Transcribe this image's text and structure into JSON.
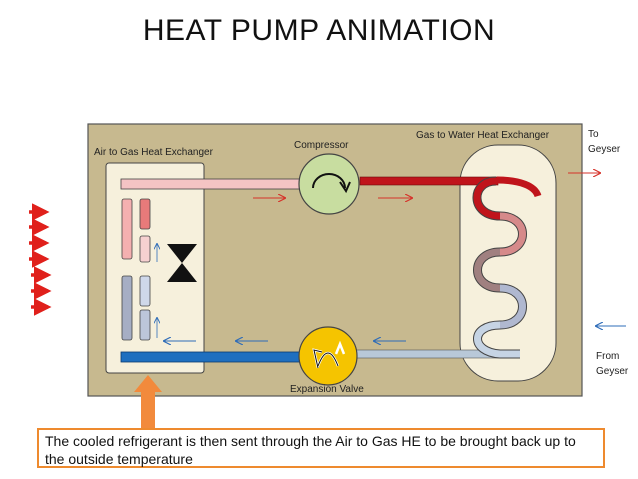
{
  "title": "HEAT PUMP ANIMATION",
  "labels": {
    "air_gas_hx": "Air to Gas Heat Exchanger",
    "compressor": "Compressor",
    "gas_water_hx": "Gas to Water Heat Exchanger",
    "to_geyser_1": "To",
    "to_geyser_2": "Geyser",
    "from_geyser_1": "From",
    "from_geyser_2": "Geyser",
    "expansion_valve": "Expansion Valve"
  },
  "caption": "The cooled refrigerant is then sent through the Air to Gas HE to be brought back up to the outside temperature",
  "colors": {
    "housing": "#c7b98f",
    "hot_line": "#c0141b",
    "cold_line": "#1f6fbf",
    "compressor": "#c8dda0",
    "expansion_valve": "#f5c400",
    "air_arrow": "#e0201b",
    "caption_border": "#ee8a2e"
  }
}
